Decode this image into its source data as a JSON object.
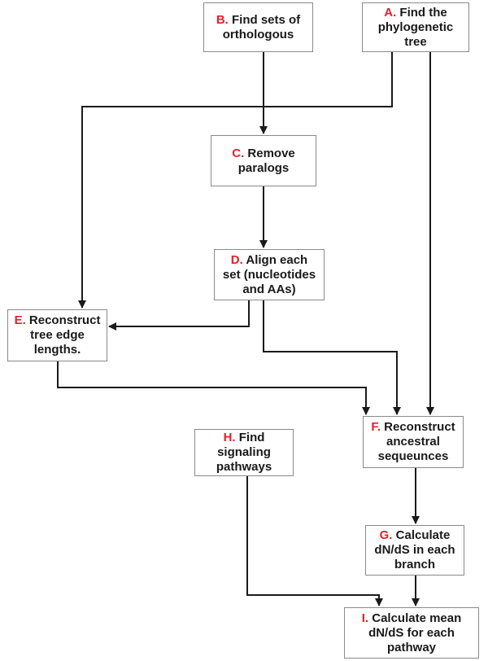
{
  "nodes": {
    "a": {
      "letter": "A.",
      "lines": [
        " Find the",
        "phylogenetic",
        "tree"
      ]
    },
    "b": {
      "letter": "B.",
      "lines": [
        " Find sets of",
        "orthologous"
      ]
    },
    "c": {
      "letter": "C.",
      "lines": [
        " Remove",
        "paralogs"
      ]
    },
    "d": {
      "letter": "D.",
      "lines": [
        " Align each",
        "set (nucleotides",
        "and AAs)"
      ]
    },
    "e": {
      "letter": "E.",
      "lines": [
        " Reconstruct",
        "tree edge",
        "lengths."
      ]
    },
    "f": {
      "letter": "F.",
      "lines": [
        " Reconstruct",
        "ancestral",
        "sequeunces"
      ]
    },
    "g": {
      "letter": "G.",
      "lines": [
        " Calculate",
        "dN/dS in each",
        "branch"
      ]
    },
    "h": {
      "letter": "H.",
      "lines": [
        " Find",
        "signaling",
        "pathways"
      ]
    },
    "i": {
      "letter": "I.",
      "lines": [
        " Calculate mean",
        "dN/dS for each",
        "pathway"
      ]
    }
  },
  "edges": [
    {
      "from": "b",
      "to": "c"
    },
    {
      "from": "a",
      "to": "e"
    },
    {
      "from": "a",
      "to": "f"
    },
    {
      "from": "c",
      "to": "d"
    },
    {
      "from": "d",
      "to": "e"
    },
    {
      "from": "d",
      "to": "f"
    },
    {
      "from": "e",
      "to": "f"
    },
    {
      "from": "f",
      "to": "g"
    },
    {
      "from": "g",
      "to": "i"
    },
    {
      "from": "h",
      "to": "i"
    }
  ],
  "colors": {
    "letter": "#e3212b",
    "text": "#1a1a1a",
    "border": "#8a8a8a",
    "arrow": "#1a1a1a"
  }
}
